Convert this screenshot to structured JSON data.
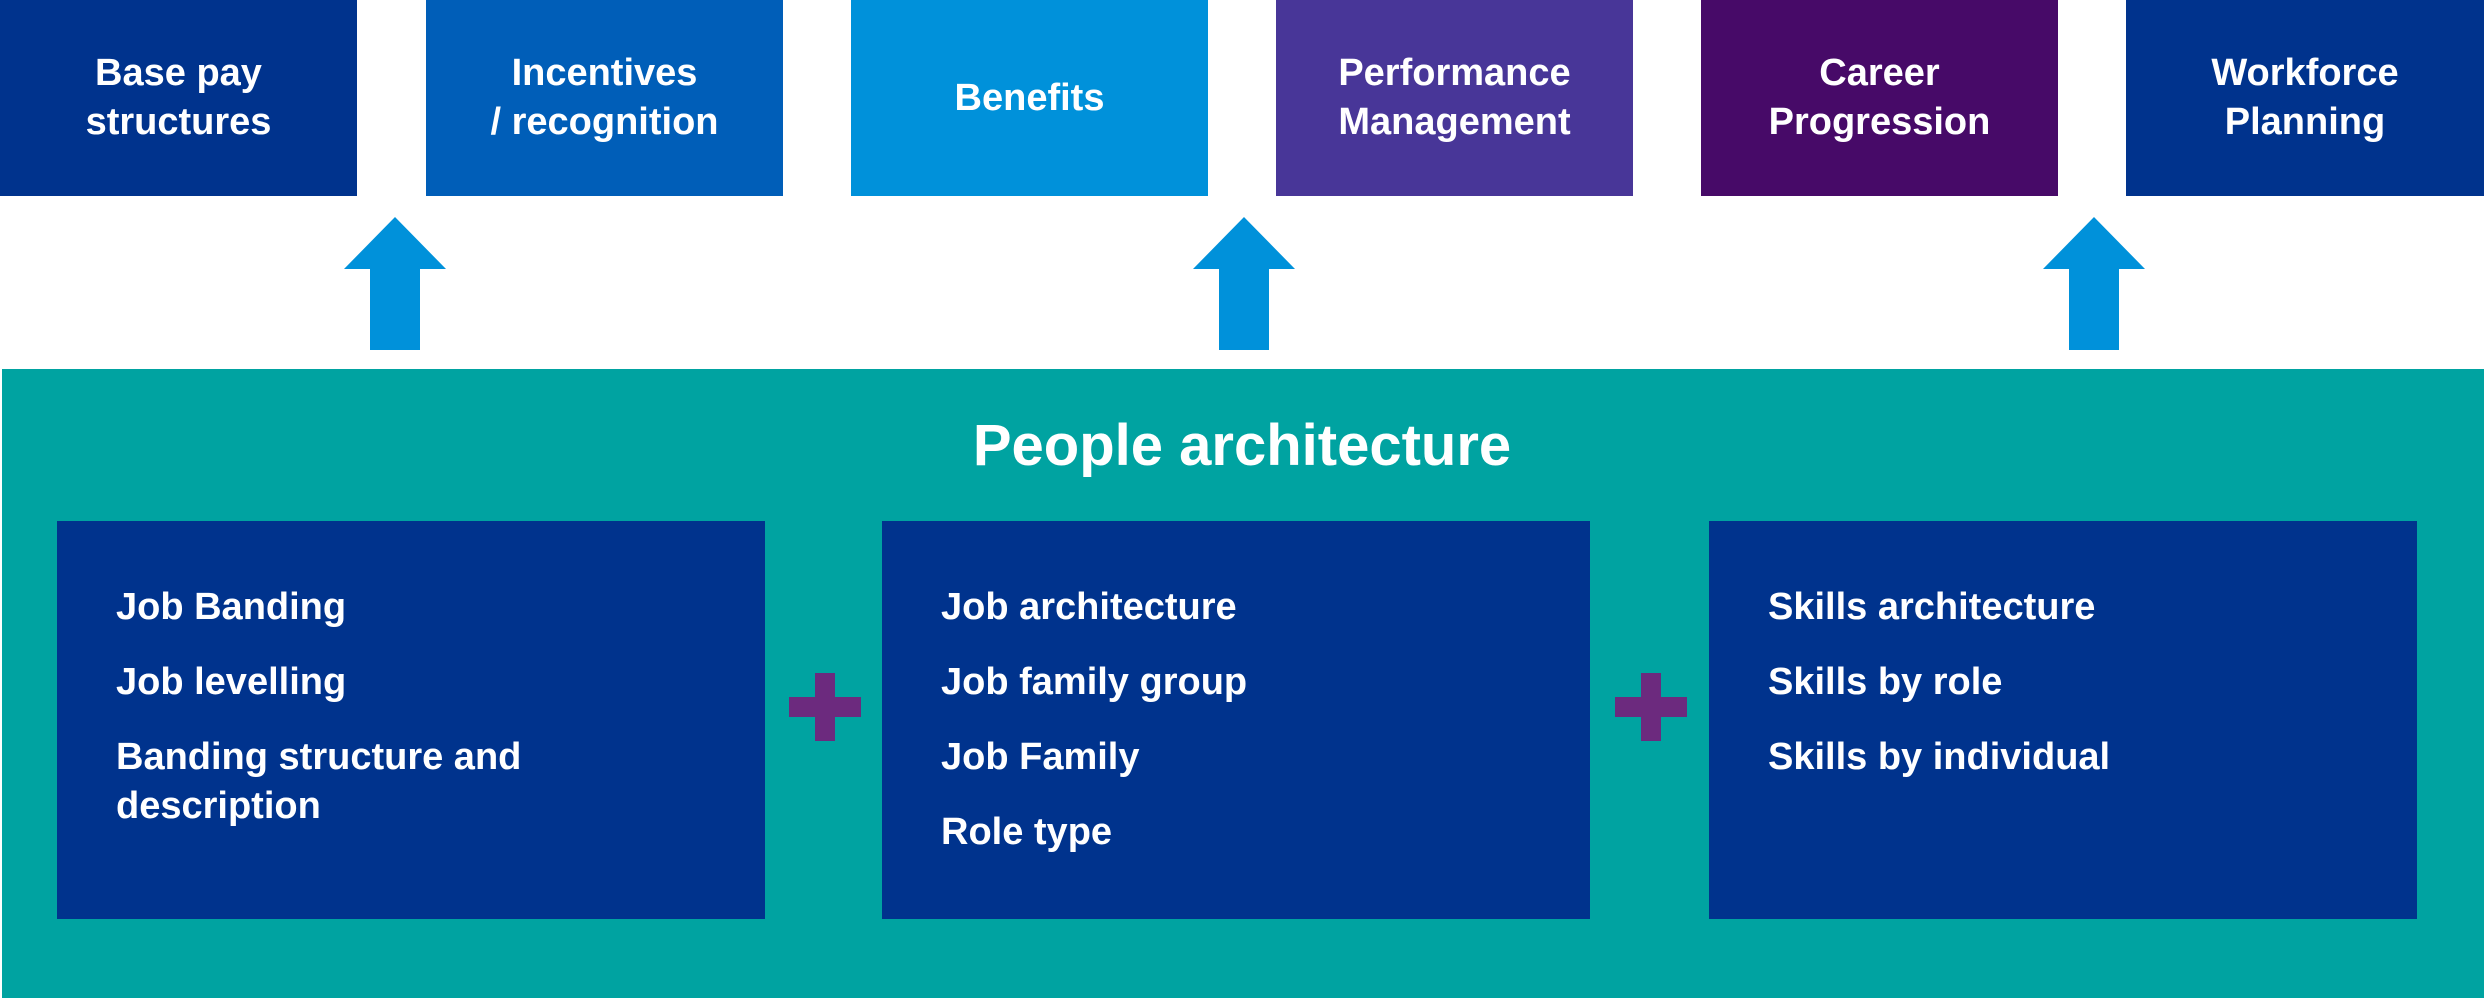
{
  "outcomes": [
    {
      "label": "Base pay\nstructures",
      "color": "#00338d"
    },
    {
      "label": "Incentives\n/ recognition",
      "color": "#005eb8"
    },
    {
      "label": "Benefits",
      "color": "#0091da"
    },
    {
      "label": "Performance\nManagement",
      "color": "#483698"
    },
    {
      "label": "Career\nProgression",
      "color": "#470a68"
    },
    {
      "label": "Workforce\nPlanning",
      "color": "#00338d"
    }
  ],
  "arrow_color": "#0091da",
  "people_architecture": {
    "title": "People architecture",
    "background": "#00a3a1",
    "columns": [
      {
        "items": [
          "Job Banding",
          "Job levelling",
          "Banding structure and description"
        ]
      },
      {
        "items": [
          "Job architecture",
          "Job family group",
          "Job Family",
          "Role type"
        ]
      },
      {
        "items": [
          "Skills architecture",
          "Skills by role",
          "Skills by individual"
        ]
      }
    ],
    "plus_color": "#6c2a7e"
  }
}
